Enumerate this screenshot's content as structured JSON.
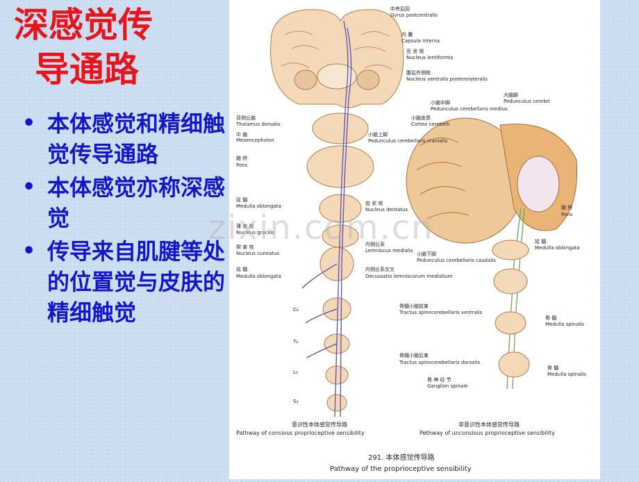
{
  "slide": {
    "title_line1": "深感觉传",
    "title_line2": "导通路",
    "bullets": [
      "本体感觉和精细触觉传导通路",
      "本体感觉亦称深感觉",
      "传导来自肌腱等处的位置觉与皮肤的精细触觉"
    ],
    "bullet_symbol": "•",
    "watermark": "zixin.com.cn"
  },
  "figure": {
    "left_labels": [
      {
        "zh": "背侧丘脑",
        "en": "Thalamus dorsalis"
      },
      {
        "zh": "中 脑",
        "en": "Mesencephalon"
      },
      {
        "zh": "脑 桥",
        "en": "Pons"
      },
      {
        "zh": "延 髓",
        "en": "Medulla oblongata"
      },
      {
        "zh": "薄 束 核",
        "en": "Nucleus gracilis"
      },
      {
        "zh": "楔 束 核",
        "en": "Nucleus cuneatus"
      },
      {
        "zh": "延 髓",
        "en": "Medulla oblongata"
      }
    ],
    "top_labels": [
      {
        "zh": "中央后回",
        "en": "Gyrus postcentralis"
      },
      {
        "zh": "内 囊",
        "en": "Capsula interna"
      },
      {
        "zh": "豆 状 核",
        "en": "Nucleus lentiformis"
      },
      {
        "zh": "腹后外侧核",
        "en": "Nucleus ventralis posterolateralis"
      }
    ],
    "mid_labels": [
      {
        "zh": "小脑中脚",
        "en": "Pedunculus cerebellaris medius"
      },
      {
        "zh": "小脑皮质",
        "en": "Cortex cerebelli"
      },
      {
        "zh": "小脑上脚",
        "en": "Pedunculus cerebellaris cranialis"
      },
      {
        "zh": "大脑脚",
        "en": "Pedunculus cerebri"
      },
      {
        "zh": "齿 状 核",
        "en": "Nucleus dentatus"
      },
      {
        "zh": "内侧丘系",
        "en": "Lemniscus medialis"
      },
      {
        "zh": "小脑下脚",
        "en": "Pedunculus cerebellaris caudalis"
      },
      {
        "zh": "内侧丘系交叉",
        "en": "Decussatio lemniscorum medialium"
      }
    ],
    "right_labels": [
      {
        "zh": "脑 桥",
        "en": "Pons"
      },
      {
        "zh": "延 髓",
        "en": "Medulla oblongata"
      },
      {
        "zh": "脊 髓",
        "en": "Medulla spinalis"
      },
      {
        "zh": "脊 髓",
        "en": "Medulla spinalis"
      }
    ],
    "tract_labels": [
      {
        "zh": "脊髓小脑前束",
        "en": "Tractus spinocerebellaris ventralis"
      },
      {
        "zh": "脊髓小脑后束",
        "en": "Tractus spinocerebellaris dorsalis"
      },
      {
        "zh": "脊 神 经 节",
        "en": "Ganglion spinale"
      }
    ],
    "segments": [
      "C₈",
      "T₄",
      "L₃",
      "S₄"
    ],
    "left_caption_zh": "意识性本体感觉传导路",
    "left_caption_en": "Pathway of consious proprioceptive sensibility",
    "right_caption_zh": "非意识性本体感觉传导路",
    "right_caption_en": "Pethway of unconsious proprioceptive sensibility",
    "figure_caption_zh": "291. 本体感觉传导路",
    "figure_caption_en": "Pathway of the proprioceptive sensibility"
  },
  "colors": {
    "title": "#e8141b",
    "bullet_text": "#1414c8",
    "tissue": "#f3d9b8",
    "tissue_dark": "#e2b07e",
    "pathway": "#5b4fb0"
  }
}
